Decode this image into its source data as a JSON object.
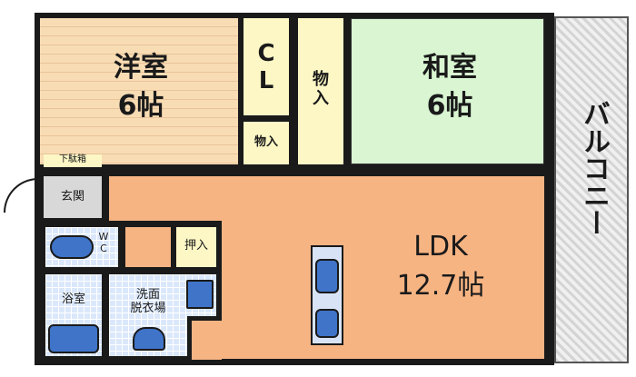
{
  "rooms": {
    "western": {
      "name": "洋室",
      "size": "6帖"
    },
    "japanese": {
      "name": "和室",
      "size": "6帖"
    },
    "ldk": {
      "name": "LDK",
      "size": "12.7帖"
    },
    "closet": "C\nL",
    "storage_small": "物入",
    "storage_tall": "物\n入",
    "oshiire": "押入",
    "shoe_box": "下駄箱",
    "entrance": "玄関",
    "wc": "W\nC",
    "bath": "浴室",
    "washroom": "洗面\n脱衣場",
    "balcony": "バルコニー"
  },
  "colors": {
    "wall": "#1a1a1a",
    "ldk": "#f6b483",
    "japanese": "#d9f5d2",
    "balcony": "#dcdcdc"
  }
}
